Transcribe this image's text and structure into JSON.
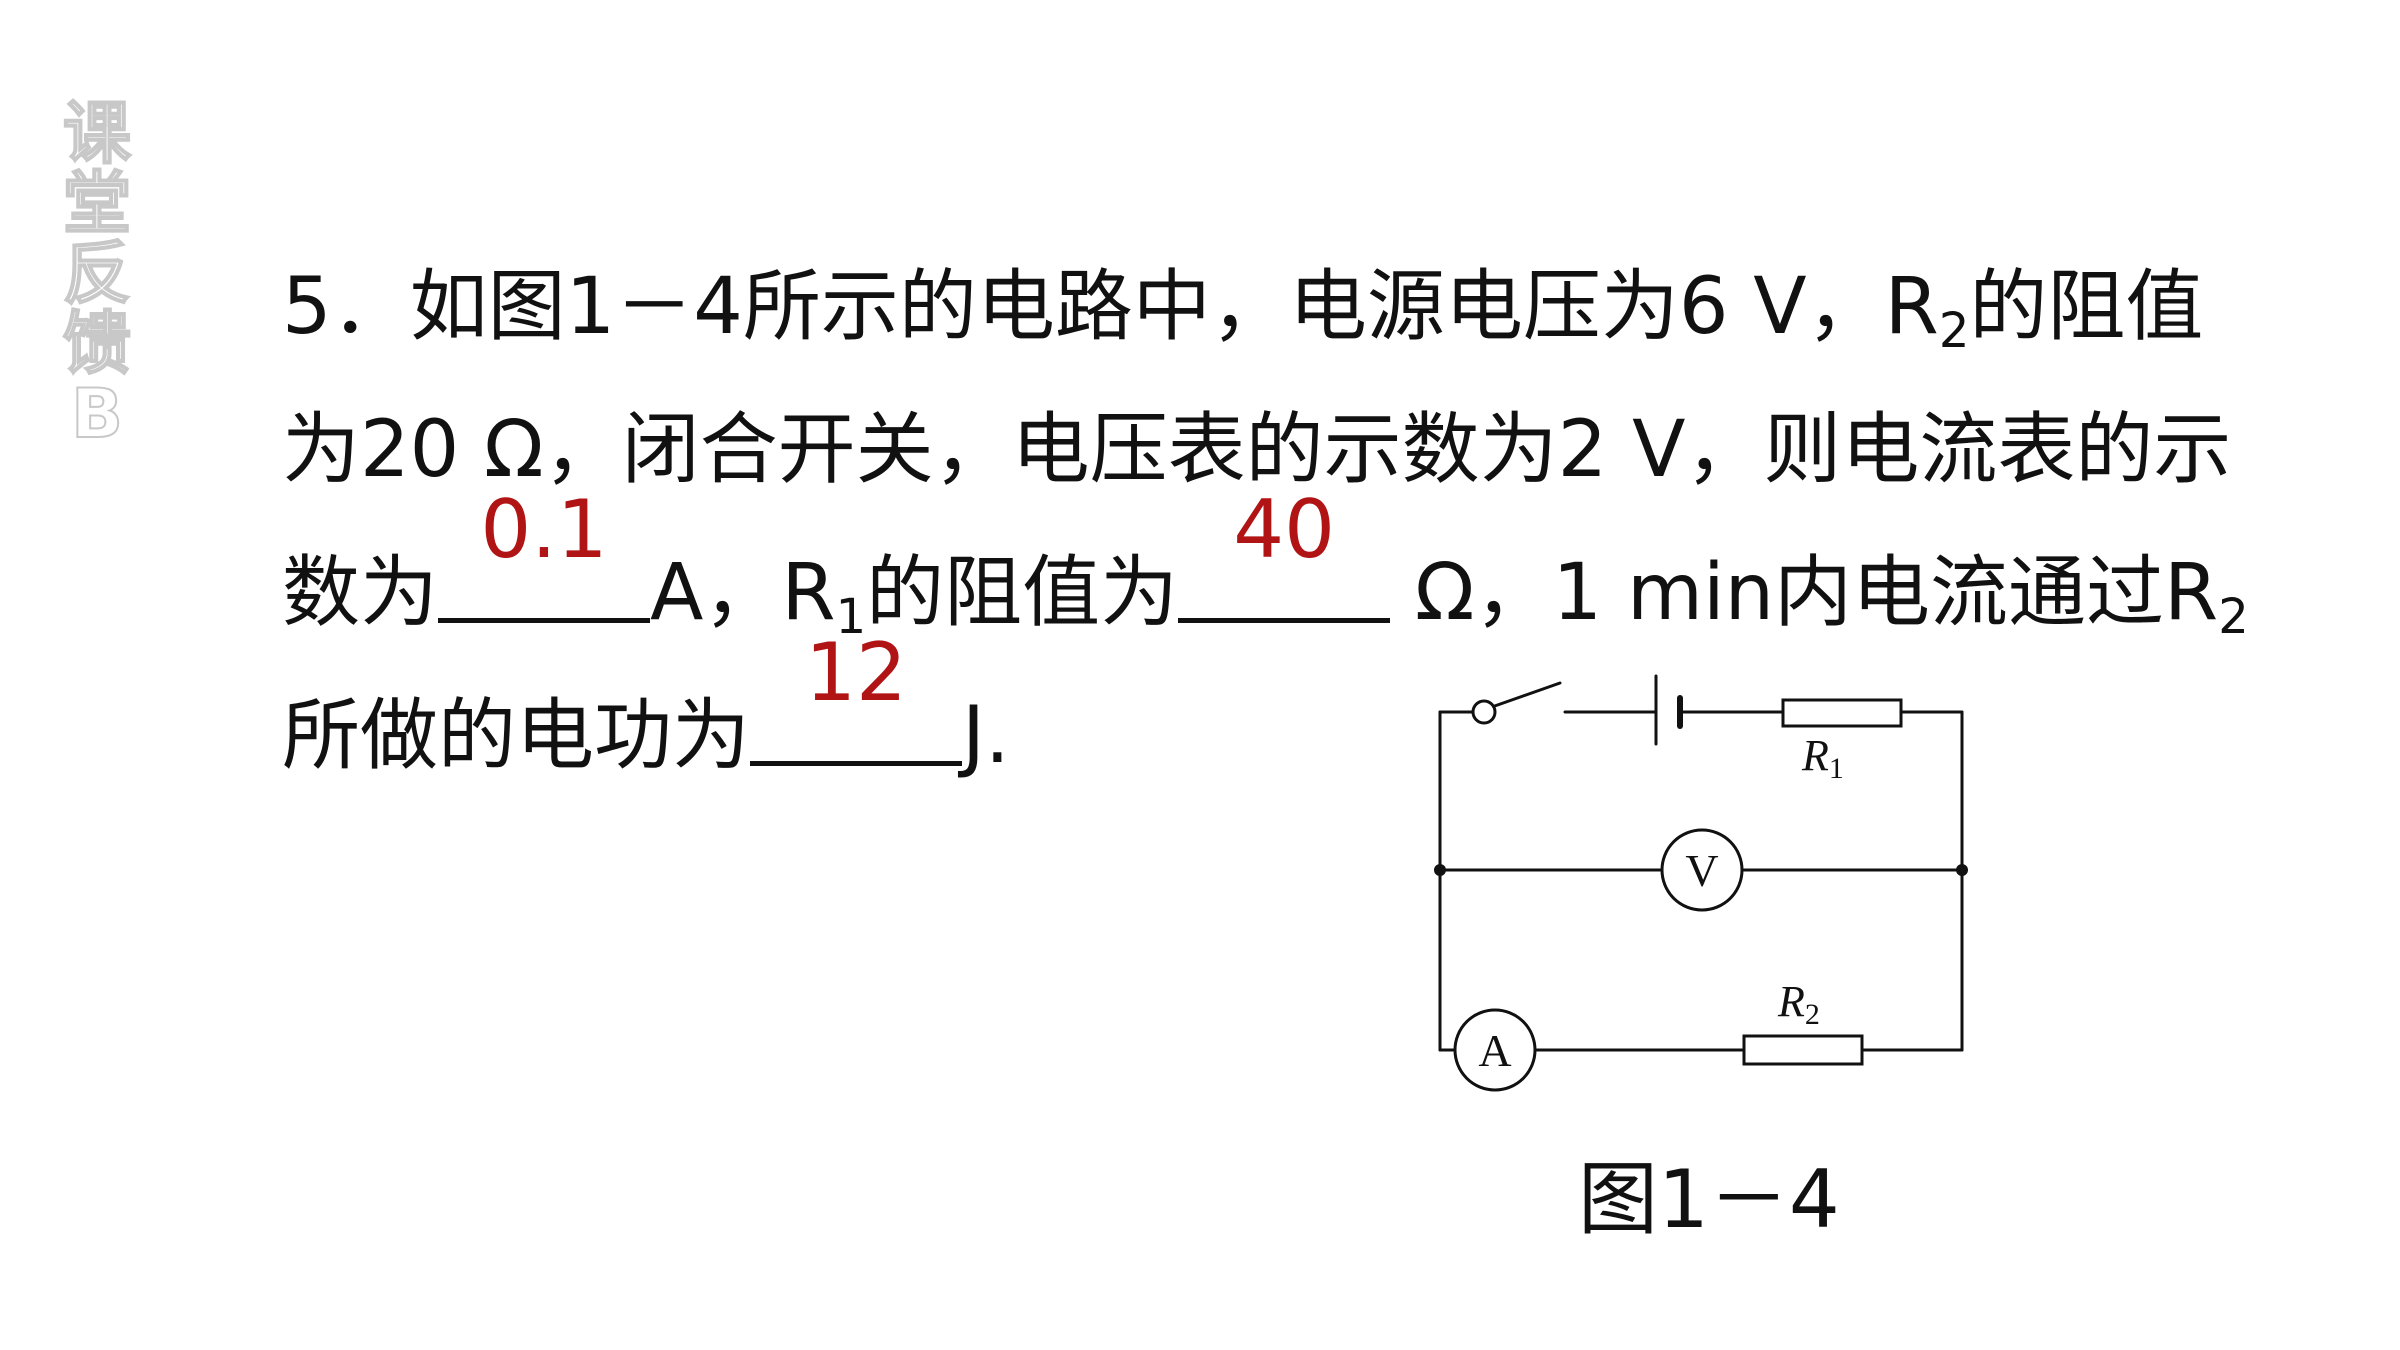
{
  "side_label": [
    "课",
    "堂",
    "反",
    "馈",
    "B"
  ],
  "question": {
    "line1": {
      "a": "5．如图1－4所示的电路中，电源电压为6 V，R",
      "a_sub": "2",
      "b": "的阻值"
    },
    "line2": {
      "a": "为20 Ω，闭合开关，电压表的示数为2 V，则电流表的示"
    },
    "line3": {
      "a": "数为",
      "b": "A，R",
      "b_sub": "1",
      "c": "的阻值为",
      "d": " Ω，1 min内电流通过R",
      "d_sub": "2"
    },
    "line4": {
      "a": "所做的电功为",
      "b": "J."
    },
    "answers": {
      "current": "0.1",
      "resistance": "40",
      "work": "12"
    }
  },
  "figure": {
    "caption": "图1－4",
    "r1_label": "R",
    "r1_sub": "1",
    "r2_label": "R",
    "r2_sub": "2",
    "voltmeter": "V",
    "ammeter": "A"
  },
  "colors": {
    "answer": "#b01414",
    "text": "#111111",
    "side_label_outline": "#c8c8c8"
  }
}
